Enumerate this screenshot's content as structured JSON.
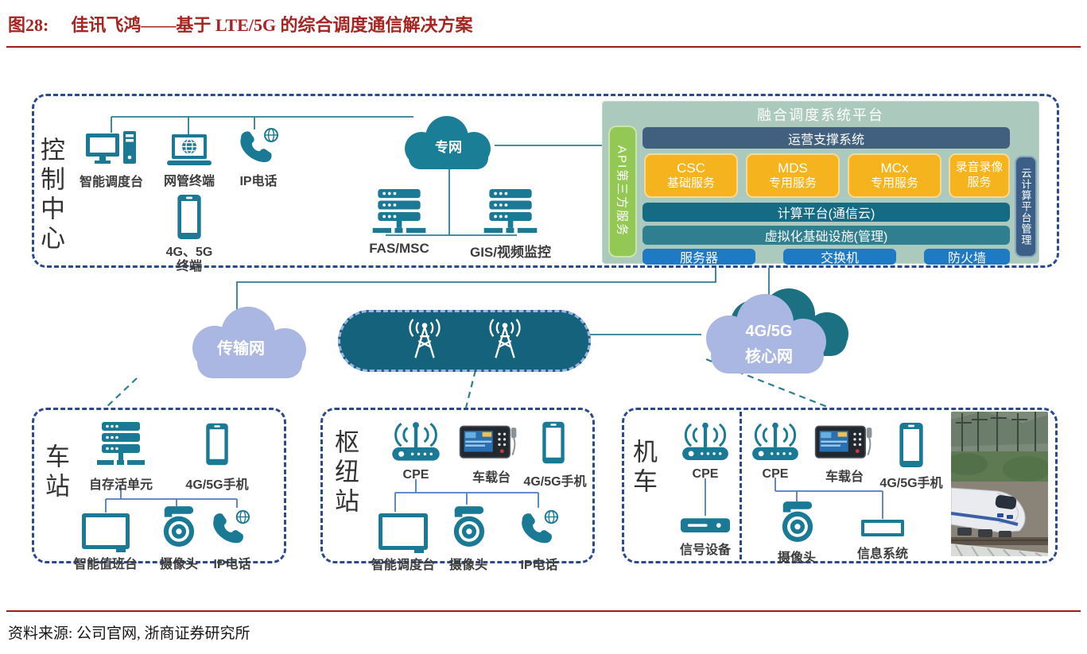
{
  "figure": {
    "label": "图28:",
    "title": "佳讯飞鸿——基于 LTE/5G 的综合调度通信解决方案"
  },
  "source_line": "资料来源: 公司官网, 浙商证券研究所",
  "control_center": {
    "side_label": "控制中心",
    "dispatch_console": "智能调度台",
    "network_terminal": "网管终端",
    "ip_phone": "IP电话",
    "mobile_line1": "4G、5G",
    "mobile_line2": "终端",
    "private_cloud": "专网",
    "fas_msc": "FAS/MSC",
    "gis_video": "GIS/视频监控"
  },
  "platform": {
    "title": "融合调度系统平台",
    "api_bar": "API第三方服务",
    "oss_bar": "运营支撑系统",
    "services": [
      {
        "name": "CSC",
        "desc": "基础服务"
      },
      {
        "name": "MDS",
        "desc": "专用服务"
      },
      {
        "name": "MCx",
        "desc": "专用服务"
      },
      {
        "name": "录音录像",
        "desc": "服务"
      }
    ],
    "compute_bar": "计算平台(通信云)",
    "virtual_bar": "虚拟化基础设施(管理)",
    "infra": {
      "server": "服务器",
      "switch": "交换机",
      "firewall": "防火墙"
    },
    "cloud_mgmt_bar": "云计算平台管理"
  },
  "networks": {
    "transmission_cloud": "传输网",
    "core_cloud_line1": "4G/5G",
    "core_cloud_line2": "核心网"
  },
  "station": {
    "side_label": "车站",
    "survival_unit": "自存活单元",
    "mobile": "4G/5G手机",
    "duty_console": "智能值班台",
    "camera": "摄像头",
    "ip_phone": "IP电话"
  },
  "hub_station": {
    "side_label": "枢纽站",
    "cpe": "CPE",
    "vehicle_radio": "车载台",
    "mobile": "4G/5G手机",
    "dispatch_console": "智能调度台",
    "camera": "摄像头",
    "ip_phone": "IP电话"
  },
  "locomotive": {
    "side_label": "机车",
    "cpe_left": "CPE",
    "signal_device": "信号设备",
    "cpe_right": "CPE",
    "vehicle_radio": "车载台",
    "mobile": "4G/5G手机",
    "camera": "摄像头",
    "info_system": "信息系统"
  },
  "colors": {
    "teal": "#1a7a96",
    "capsule_teal": "#14627c",
    "navy_dash": "#2b4a8e",
    "sage": "#abc9bc",
    "service_yellow": "#f5b31d",
    "api_green": "#93c854",
    "periwinkle": "#a9b7e2",
    "oss_slate": "#41607f",
    "infra_blue": "#1e7ac5",
    "title_red": "#a52521"
  }
}
